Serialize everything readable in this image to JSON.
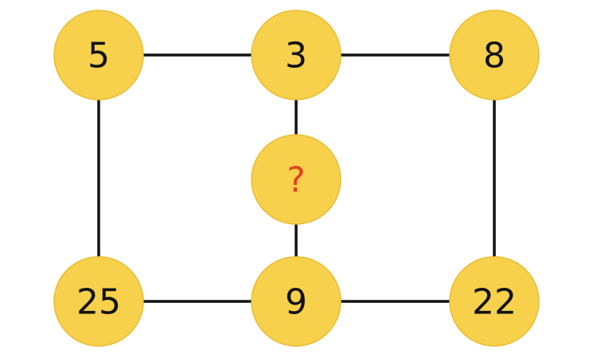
{
  "nodes": {
    "top_left": {
      "value": "5"
    },
    "top_center": {
      "value": "3"
    },
    "top_right": {
      "value": "8"
    },
    "middle_center": {
      "value": "?"
    },
    "bottom_left": {
      "value": "25"
    },
    "bottom_center": {
      "value": "9"
    },
    "bottom_right": {
      "value": "22"
    }
  },
  "colors": {
    "node_fill": "#f7d04c",
    "node_border": "#e8bd33",
    "line": "#111111",
    "number_text": "#111111",
    "unknown_text": "#e0441f"
  }
}
